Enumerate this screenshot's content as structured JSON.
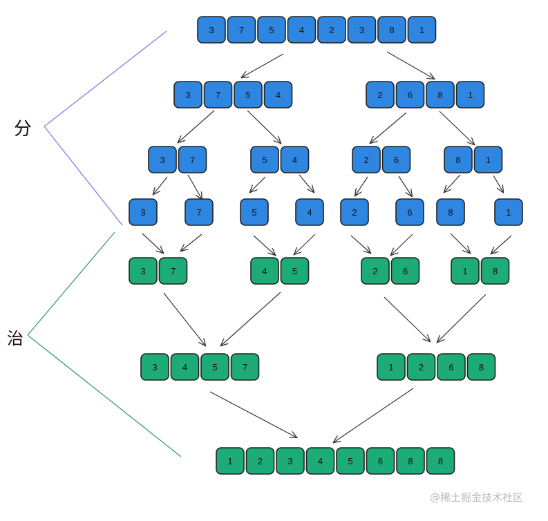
{
  "colors": {
    "divide": "#2f86e0",
    "conquer": "#1dab78",
    "stroke": "#222222",
    "divide_bracket": "#7b7fe6",
    "conquer_bracket": "#3c9a72",
    "arrow": "#333333"
  },
  "side_labels": {
    "divide": "分",
    "conquer": "治"
  },
  "watermark": "@稀土掘金技术社区",
  "divide": {
    "level0": [
      [
        "3",
        "7",
        "5",
        "4",
        "2",
        "3",
        "8",
        "1"
      ]
    ],
    "level1": [
      [
        "3",
        "7",
        "5",
        "4"
      ],
      [
        "2",
        "6",
        "8",
        "1"
      ]
    ],
    "level2": [
      [
        "3",
        "7"
      ],
      [
        "5",
        "4"
      ],
      [
        "2",
        "6"
      ],
      [
        "8",
        "1"
      ]
    ],
    "level3": [
      [
        "3"
      ],
      [
        "7"
      ],
      [
        "5"
      ],
      [
        "4"
      ],
      [
        "2"
      ],
      [
        "6"
      ],
      [
        "8"
      ],
      [
        "1"
      ]
    ]
  },
  "conquer": {
    "level0": [
      [
        "3",
        "7"
      ],
      [
        "4",
        "5"
      ],
      [
        "2",
        "6"
      ],
      [
        "1",
        "8"
      ]
    ],
    "level1": [
      [
        "3",
        "4",
        "5",
        "7"
      ],
      [
        "1",
        "2",
        "6",
        "8"
      ]
    ],
    "level2": [
      [
        "1",
        "2",
        "3",
        "4",
        "5",
        "6",
        "8",
        "8"
      ]
    ]
  }
}
